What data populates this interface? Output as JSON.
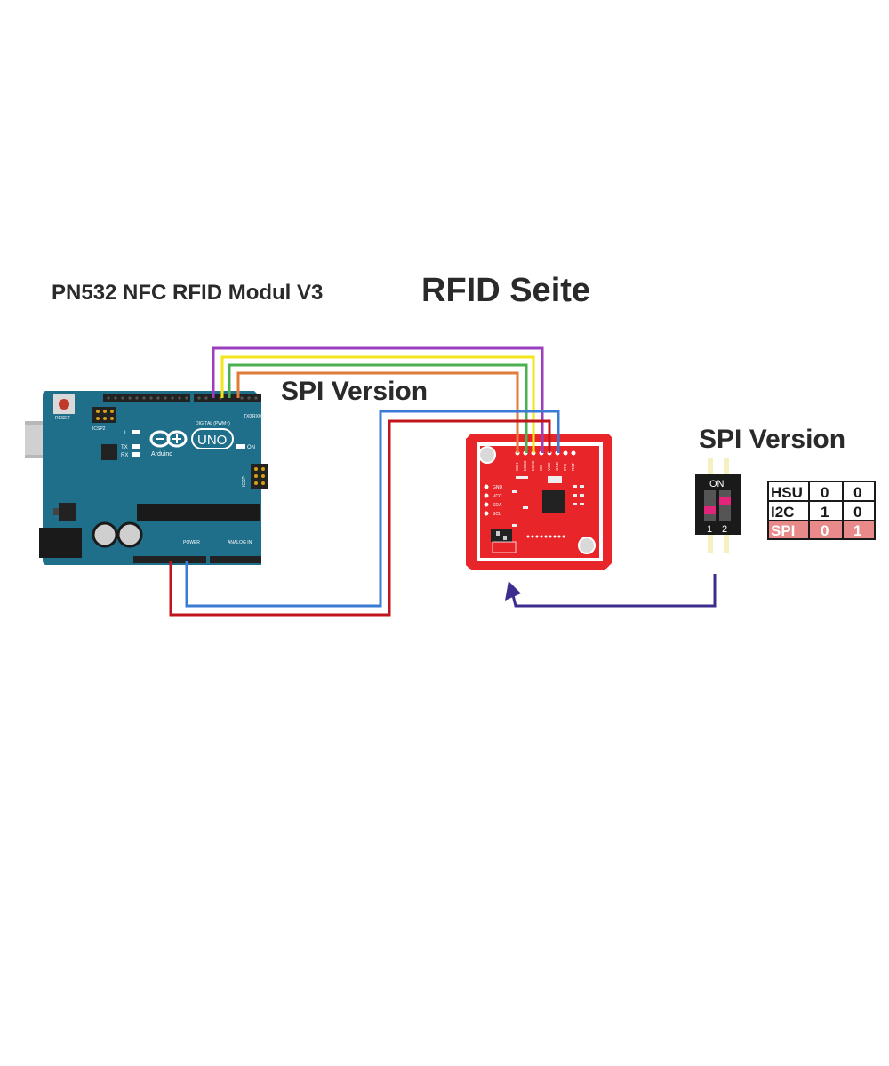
{
  "titles": {
    "module": "PN532 NFC RFID Modul V3",
    "side": "RFID Seite",
    "spi_version_wiring": "SPI Version",
    "spi_version_switch": "SPI Version"
  },
  "arduino": {
    "reset": "RESET",
    "icsp2": "ICSP2",
    "brand": "Arduino",
    "model": "UNO",
    "led_l": "L",
    "led_tx": "TX",
    "led_rx": "RX",
    "on": "ON",
    "icsp": "ICSP",
    "digital": "DIGITAL (PWM~)",
    "power": "POWER",
    "analog": "ANALOG IN",
    "tx0": "TX0",
    "rx0": "RX0"
  },
  "pn532": {
    "pins_top": [
      "SCK",
      "MISO",
      "MOSI",
      "SS",
      "VCC",
      "GND",
      "IRQ",
      "RST"
    ],
    "pins_left": [
      "GND",
      "VCC",
      "SDA",
      "SCL"
    ]
  },
  "dip_switch": {
    "label_on": "ON",
    "switch_1": "1",
    "switch_2": "2"
  },
  "mode_table": {
    "rows": [
      {
        "mode": "HSU",
        "s1": "0",
        "s2": "0",
        "highlight": false
      },
      {
        "mode": "I2C",
        "s1": "1",
        "s2": "0",
        "highlight": false
      },
      {
        "mode": "SPI",
        "s1": "0",
        "s2": "1",
        "highlight": true
      }
    ],
    "highlight_color": "#e88a8a"
  },
  "wires": {
    "purple": "#9b3fbf",
    "yellow": "#f2e61b",
    "green": "#4caf50",
    "orange": "#e07b39",
    "blue": "#3a7bd5",
    "red": "#c0151b",
    "arrow": "#3b2e8f"
  },
  "colors": {
    "board": "#1f6f8b",
    "module": "#e8262a"
  }
}
